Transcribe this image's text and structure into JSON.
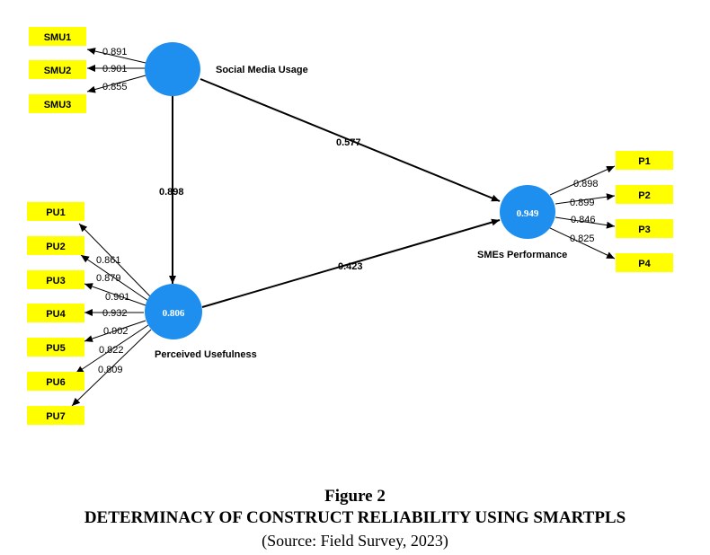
{
  "colors": {
    "construct": "#1f8fef",
    "indicator": "#ffff00",
    "line": "#000000"
  },
  "constructs": {
    "smu": {
      "label": "Social Media Usage",
      "r2": ""
    },
    "pu": {
      "label": "Perceived Usefulness",
      "r2": "0.806"
    },
    "smep": {
      "label": "SMEs Performance",
      "r2": "0.949"
    }
  },
  "indicators": {
    "smu": [
      {
        "name": "SMU1",
        "loading": "0.891"
      },
      {
        "name": "SMU2",
        "loading": "0.901"
      },
      {
        "name": "SMU3",
        "loading": "0.855"
      }
    ],
    "pu": [
      {
        "name": "PU1",
        "loading": "0.861"
      },
      {
        "name": "PU2",
        "loading": "0.879"
      },
      {
        "name": "PU3",
        "loading": "0.901"
      },
      {
        "name": "PU4",
        "loading": "0.932"
      },
      {
        "name": "PU5",
        "loading": "0.902"
      },
      {
        "name": "PU6",
        "loading": "0.822"
      },
      {
        "name": "PU7",
        "loading": "0.809"
      }
    ],
    "smep": [
      {
        "name": "P1",
        "loading": "0.898"
      },
      {
        "name": "P2",
        "loading": "0.899"
      },
      {
        "name": "P3",
        "loading": "0.846"
      },
      {
        "name": "P4",
        "loading": "0.825"
      }
    ]
  },
  "paths": {
    "smu_to_smep": "0.577",
    "smu_to_pu": "0.898",
    "pu_to_smep": "0.423"
  },
  "caption": {
    "figure": "Figure 2",
    "title": "DETERMINACY OF CONSTRUCT RELIABILITY USING SMARTPLS",
    "source": "(Source: Field Survey, 2023)"
  }
}
